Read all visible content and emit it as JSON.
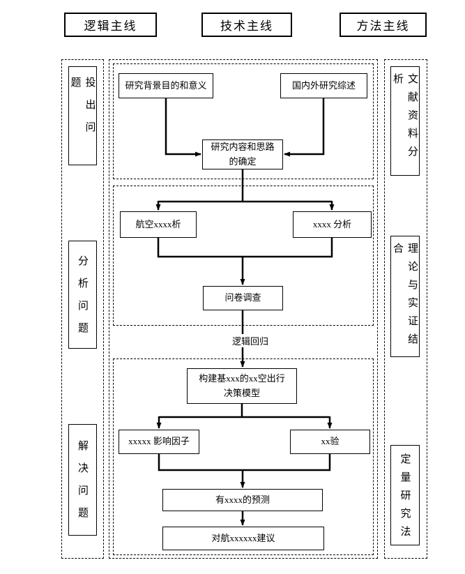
{
  "header": {
    "items": [
      {
        "label": "逻辑主线"
      },
      {
        "label": "技术主线"
      },
      {
        "label": "方法主线"
      }
    ]
  },
  "left_column": {
    "items": [
      {
        "label": "投出问题"
      },
      {
        "label": "分析问题"
      },
      {
        "label": "解决问题"
      }
    ]
  },
  "right_column": {
    "items": [
      {
        "label": "文献资料分析"
      },
      {
        "label": "理论与实证结合"
      },
      {
        "label": "定量研究法"
      }
    ]
  },
  "flow": {
    "background_box": "研究背景目的和意义",
    "review_box": "国内外研究综述",
    "content_box": "研究内容和思路\n的确定",
    "aviation_analysis_box": "航空xxxx析",
    "xxxx_analysis_box": "xxxx 分析",
    "survey_box": "问卷调查",
    "logistic_label": "逻辑回归",
    "model_box": "构建基xxx的xx空出行\n决策模型",
    "factors_box": "xxxxx 影响因子",
    "test_box": "xx验",
    "prediction_box": "有xxxx的预测",
    "suggestion_box": "对航xxxxxx建议"
  },
  "colors": {
    "line": "#000000",
    "background": "#ffffff"
  }
}
